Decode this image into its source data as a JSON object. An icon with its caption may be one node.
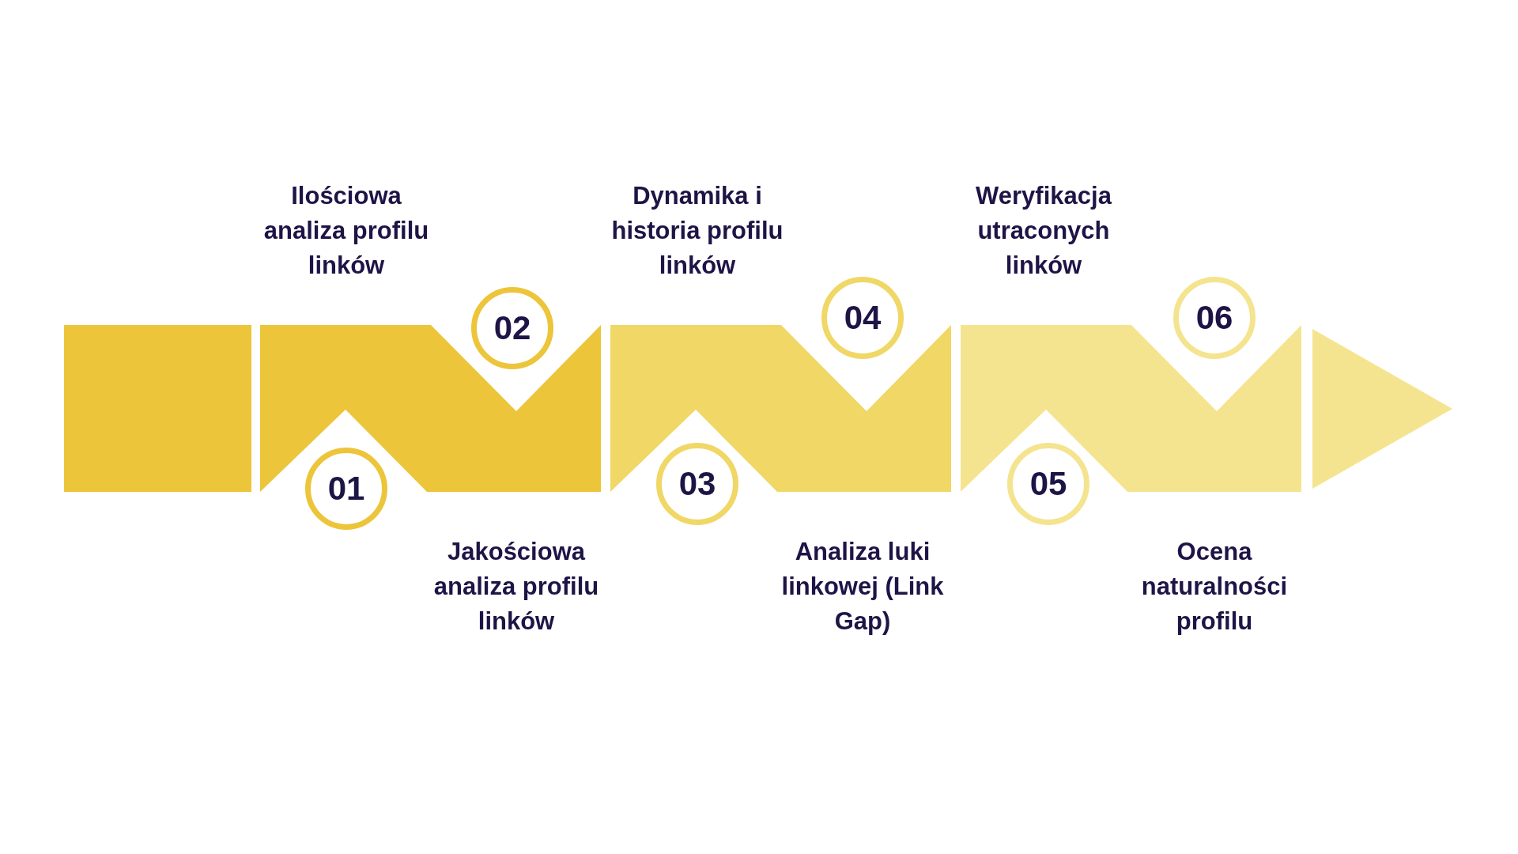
{
  "diagram": {
    "nodes": [
      {
        "text": [
          "01"
        ]
      },
      {
        "text": [
          "02"
        ]
      },
      {
        "text": [
          "03"
        ]
      },
      {
        "text": [
          "04"
        ]
      },
      {
        "text": [
          "05"
        ]
      },
      {
        "text": [
          "06"
        ]
      }
    ],
    "labels": [
      "Ilościowa analiza profilu linków",
      "Jakościowa analiza profilu linków",
      "Dynamika i historia profilu linków",
      "Analiza luki linkowej (Link Gap)",
      "Weryfikacja utraconych linków",
      "Ocena naturalności profilu"
    ]
  }
}
